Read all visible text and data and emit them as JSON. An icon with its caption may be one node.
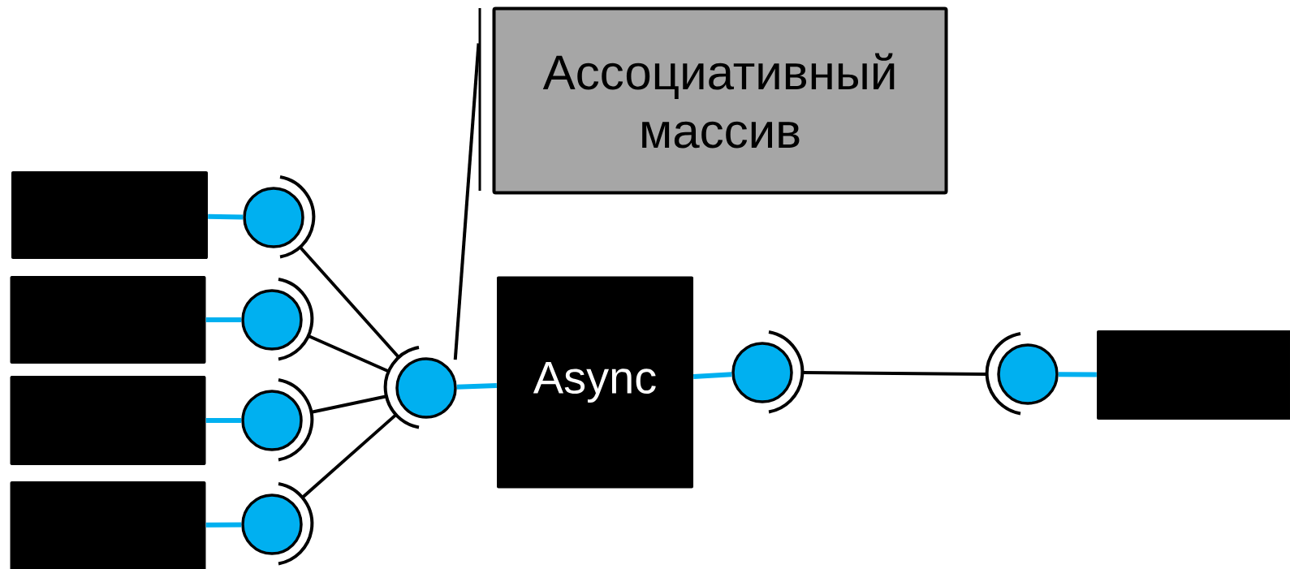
{
  "diagram": {
    "nodes": [
      {
        "text": [
          "Ассоциативный массив"
        ]
      },
      {
        "text": [],
        "shape": "box"
      },
      {
        "text": [],
        "shape": "box"
      },
      {
        "text": [],
        "shape": "box"
      },
      {
        "text": [],
        "shape": "box"
      },
      {
        "text": [],
        "shape": "circle"
      },
      {
        "text": [],
        "shape": "circle"
      },
      {
        "text": [],
        "shape": "circle"
      },
      {
        "text": [],
        "shape": "circle"
      },
      {
        "text": [],
        "shape": "circle"
      },
      {
        "text": [
          "Async"
        ]
      },
      {
        "text": [],
        "shape": "circle"
      },
      {
        "text": [],
        "shape": "circle"
      },
      {
        "text": [],
        "shape": "box"
      }
    ],
    "edges": [
      {
        "from": 1,
        "to": 5,
        "arrow": "none",
        "color": "#00b0f0"
      },
      {
        "from": 2,
        "to": 6,
        "arrow": "none",
        "color": "#00b0f0"
      },
      {
        "from": 3,
        "to": 7,
        "arrow": "none",
        "color": "#00b0f0"
      },
      {
        "from": 4,
        "to": 8,
        "arrow": "none",
        "color": "#00b0f0"
      },
      {
        "from": 5,
        "to": 9,
        "arrow": "none",
        "color": "#000000"
      },
      {
        "from": 6,
        "to": 9,
        "arrow": "none",
        "color": "#000000"
      },
      {
        "from": 7,
        "to": 9,
        "arrow": "none",
        "color": "#000000"
      },
      {
        "from": 8,
        "to": 9,
        "arrow": "none",
        "color": "#000000"
      },
      {
        "from": 9,
        "to": 0,
        "arrow": "none",
        "color": "#000000"
      },
      {
        "from": 9,
        "to": 10,
        "arrow": "none",
        "color": "#00b0f0"
      },
      {
        "from": 10,
        "to": 11,
        "arrow": "none",
        "color": "#00b0f0"
      },
      {
        "from": 11,
        "to": 12,
        "arrow": "none",
        "color": "#000000"
      },
      {
        "from": 12,
        "to": 13,
        "arrow": "none",
        "color": "#00b0f0"
      }
    ]
  }
}
